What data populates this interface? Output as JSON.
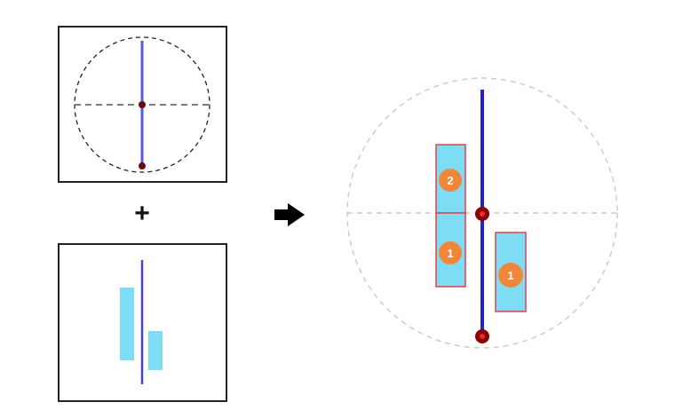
{
  "operator": {
    "symbol": "+"
  },
  "result": {
    "badges": [
      {
        "label": "2"
      },
      {
        "label": "1"
      },
      {
        "label": "1"
      }
    ]
  },
  "colors": {
    "axis": "#3d3dff",
    "bar_fill": "#7fdcf5",
    "bar_stroke": "#e0404a",
    "badge": "#f0863a",
    "node": "#8b0000",
    "dashed": "#bbbbbb"
  }
}
